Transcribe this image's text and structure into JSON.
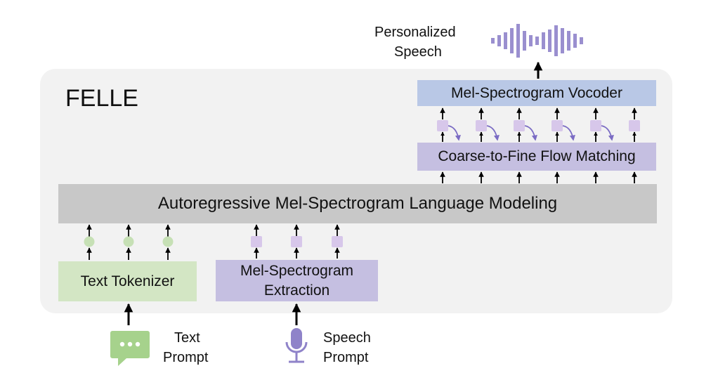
{
  "title": "FELLE",
  "modules": {
    "vocoder": "Mel-Spectrogram Vocoder",
    "flow": "Coarse-to-Fine Flow Matching",
    "lm": "Autoregressive Mel-Spectrogram Language Modeling",
    "tokenizer": "Text Tokenizer",
    "extraction_line1": "Mel-Spectrogram",
    "extraction_line2": "Extraction"
  },
  "inputs": {
    "text_line1": "Text",
    "text_line2": "Prompt",
    "speech_line1": "Speech",
    "speech_line2": "Prompt"
  },
  "output": {
    "line1": "Personalized",
    "line2": "Speech"
  },
  "colors": {
    "panel": "#f2f2f2",
    "vocoder": "#b9c8e6",
    "flow": "#c5bfe1",
    "lm": "#c8c8c8",
    "tokenizer": "#d3e6c4",
    "extraction": "#c5bfe1",
    "text_token": "#c6e0b5",
    "mel_token": "#d7c7ea",
    "arrow_curve": "#7b6cc4",
    "waveform": "#9a8fcf",
    "chat_icon": "#a6d28c",
    "mic_icon": "#8f83c9"
  },
  "icons": [
    "chat-bubble-icon",
    "microphone-icon",
    "waveform-icon"
  ]
}
